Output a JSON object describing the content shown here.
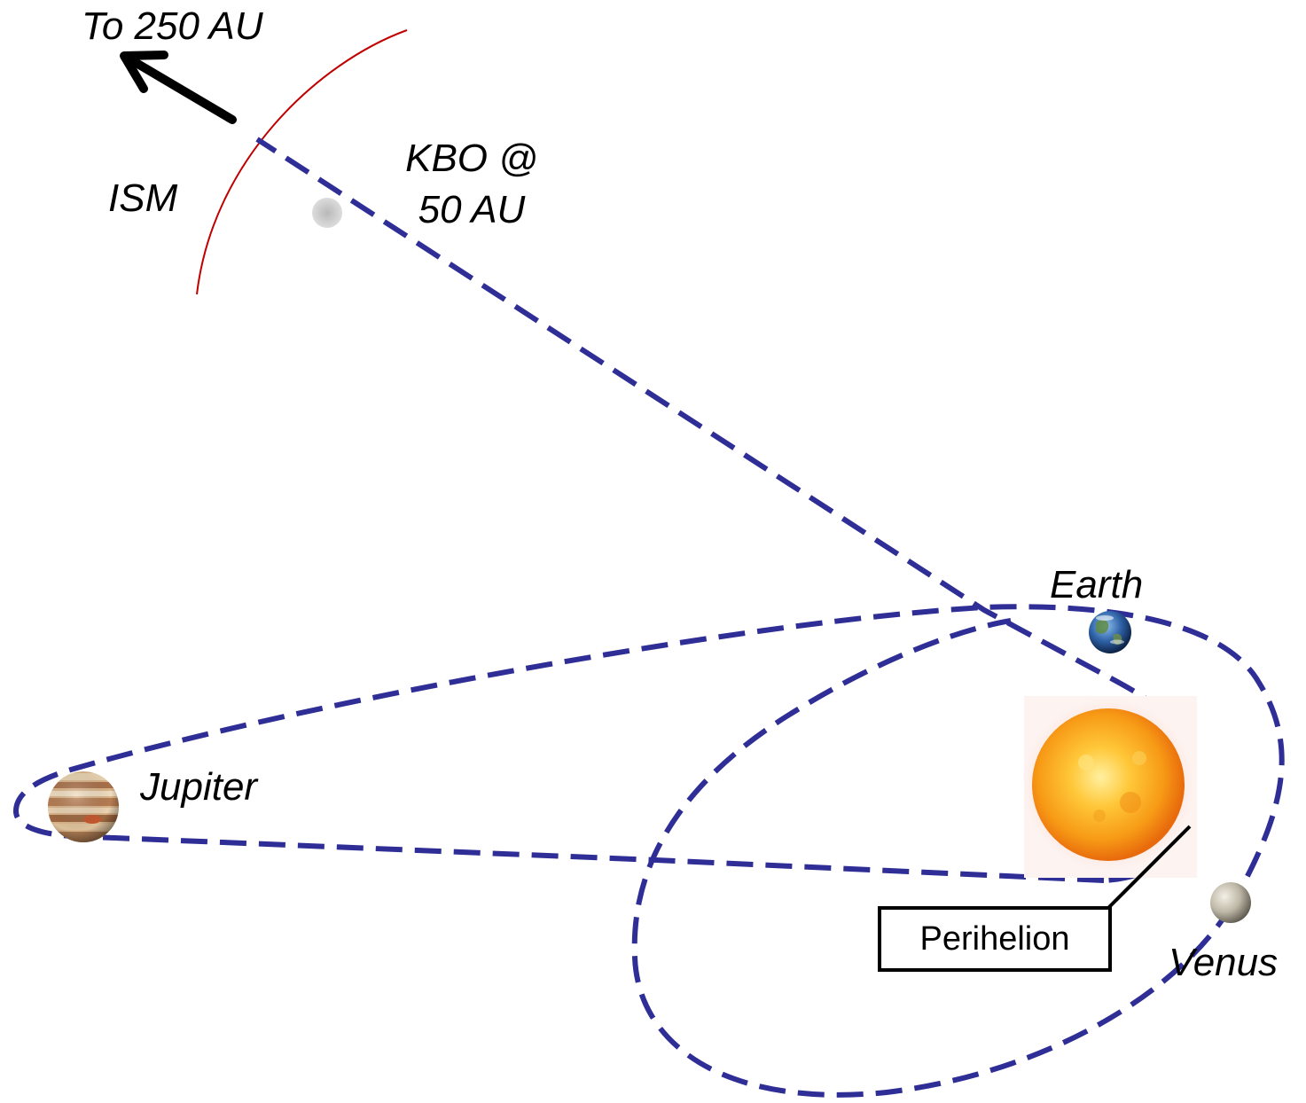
{
  "labels": {
    "to_250": "To 250 AU",
    "ism": "ISM",
    "kbo_line1": "KBO @",
    "kbo_line2": "50 AU",
    "earth": "Earth",
    "jupiter": "Jupiter",
    "venus": "Venus",
    "perihelion": "Perihelion"
  },
  "colors": {
    "trajectory": "#2e2e96",
    "ism_boundary": "#c00000",
    "arrow": "#000000",
    "callout": "#000000"
  },
  "icons": {
    "sun": "sun-icon",
    "earth": "earth-icon",
    "jupiter": "jupiter-icon",
    "venus": "venus-icon",
    "kbo": "kbo-icon",
    "arrow": "arrow-icon"
  }
}
